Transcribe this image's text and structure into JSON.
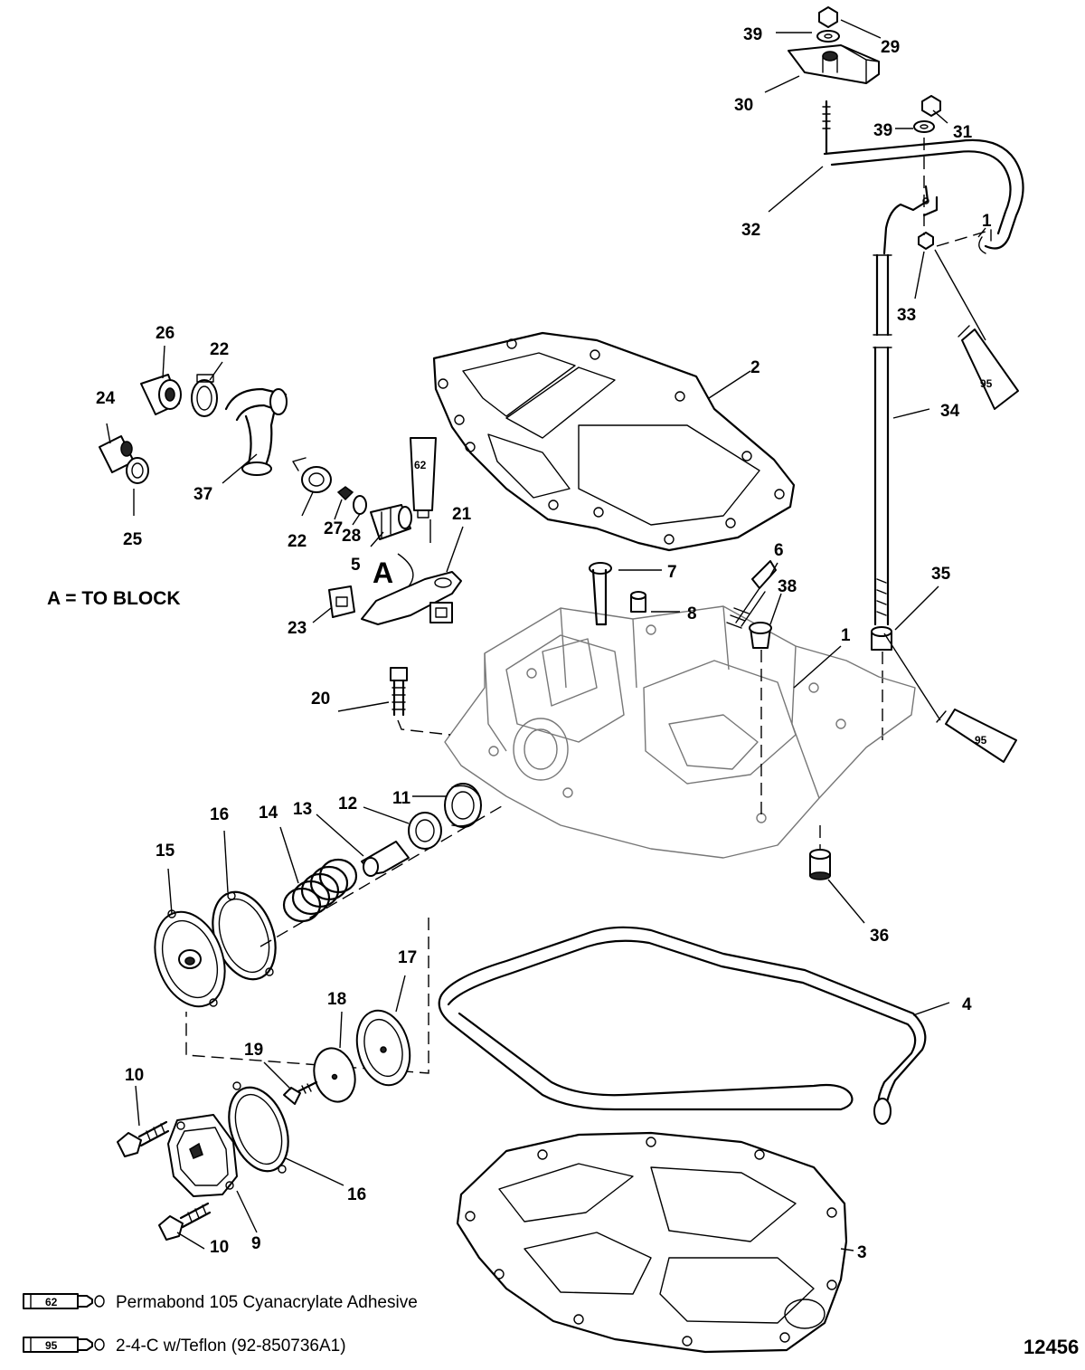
{
  "callouts": {
    "c1a": "1",
    "c1b": "1",
    "c2": "2",
    "c3": "3",
    "c4": "4",
    "c5": "5",
    "c6": "6",
    "c7": "7",
    "c8": "8",
    "c9": "9",
    "c10a": "10",
    "c10b": "10",
    "c11": "11",
    "c12": "12",
    "c13": "13",
    "c14": "14",
    "c15": "15",
    "c16a": "16",
    "c16b": "16",
    "c17": "17",
    "c18": "18",
    "c19": "19",
    "c20": "20",
    "c21": "21",
    "c22a": "22",
    "c22b": "22",
    "c23": "23",
    "c24": "24",
    "c25": "25",
    "c26": "26",
    "c27": "27",
    "c28": "28",
    "c29": "29",
    "c30": "30",
    "c31": "31",
    "c32": "32",
    "c33": "33",
    "c34": "34",
    "c35": "35",
    "c36": "36",
    "c37": "37",
    "c38": "38",
    "c39a": "39",
    "c39b": "39"
  },
  "note": {
    "marker": "A",
    "text": "A =  TO BLOCK"
  },
  "legend": [
    {
      "code": "62",
      "text": "Permabond 105 Cyanacrylate Adhesive"
    },
    {
      "code": "95",
      "text": "2-4-C w/Teflon (92-850736A1)"
    }
  ],
  "tubes": {
    "t62": "62",
    "t95a": "95",
    "t95b": "95"
  },
  "figure_number": "12456"
}
